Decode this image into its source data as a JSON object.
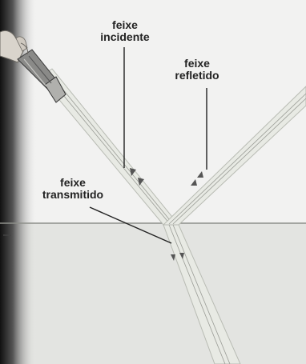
{
  "labels": {
    "incident": [
      "feixe",
      "incidente"
    ],
    "reflected": [
      "feixe",
      "refletido"
    ],
    "transmitted": [
      "feixe",
      "transmitido"
    ]
  },
  "colors": {
    "beam_fill": "#e8eae4",
    "beam_edge": "#b8bbb3",
    "beam_line": "#9a9c96",
    "arrow": "#555555",
    "interface": "#8d8f8a",
    "water": "#e3e4e1",
    "air": "#f2f2f1",
    "shadow": "#1a1a1a",
    "hand": "#d9d4cc"
  },
  "icons": {
    "light_source": "flashlight-in-hand"
  }
}
